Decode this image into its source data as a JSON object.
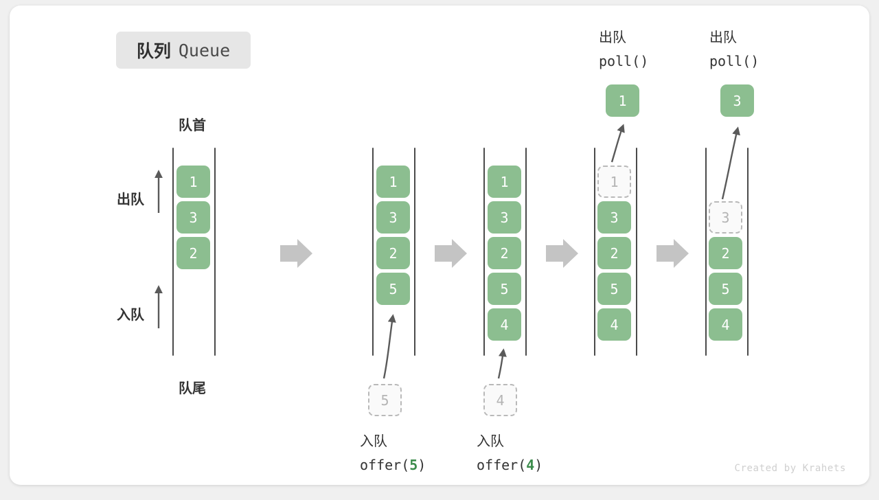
{
  "title": {
    "cn": "队列",
    "en": "Queue"
  },
  "labels": {
    "front": "队首",
    "rear": "队尾",
    "dequeue": "出队",
    "enqueue": "入队"
  },
  "footer": "Created by Krahets",
  "colors": {
    "element_fill": "#8cbe90",
    "element_text": "#ffffff",
    "ghost_border": "#b9b9b9",
    "ghost_text": "#b4b4b4",
    "rail": "#4a4a4a",
    "flow_arrow": "#c4c4c4",
    "code_arg": "#3c8c4c",
    "badge_bg": "#e6e6e6"
  },
  "columns": [
    {
      "id": "initial",
      "items": [
        {
          "value": "1",
          "state": "filled"
        },
        {
          "value": "3",
          "state": "filled"
        },
        {
          "value": "2",
          "state": "filled"
        }
      ],
      "side_labels": {
        "top": "出队",
        "bottom": "入队"
      },
      "head_label": "队首",
      "foot_label": "队尾"
    },
    {
      "id": "after-offer-5",
      "items": [
        {
          "value": "1",
          "state": "filled"
        },
        {
          "value": "3",
          "state": "filled"
        },
        {
          "value": "2",
          "state": "filled"
        },
        {
          "value": "5",
          "state": "filled"
        }
      ],
      "incoming": {
        "value": "5",
        "state": "ghost"
      },
      "caption": {
        "cn": "入队",
        "code_prefix": "offer(",
        "arg": "5",
        "code_suffix": ")"
      }
    },
    {
      "id": "after-offer-4",
      "items": [
        {
          "value": "1",
          "state": "filled"
        },
        {
          "value": "3",
          "state": "filled"
        },
        {
          "value": "2",
          "state": "filled"
        },
        {
          "value": "5",
          "state": "filled"
        },
        {
          "value": "4",
          "state": "filled"
        }
      ],
      "incoming": {
        "value": "4",
        "state": "ghost"
      },
      "caption": {
        "cn": "入队",
        "code_prefix": "offer(",
        "arg": "4",
        "code_suffix": ")"
      }
    },
    {
      "id": "after-poll-1",
      "items": [
        {
          "value": "1",
          "state": "ghost"
        },
        {
          "value": "3",
          "state": "filled"
        },
        {
          "value": "2",
          "state": "filled"
        },
        {
          "value": "5",
          "state": "filled"
        },
        {
          "value": "4",
          "state": "filled"
        }
      ],
      "outgoing": {
        "value": "1",
        "state": "filled"
      },
      "caption": {
        "cn": "出队",
        "code": "poll()"
      }
    },
    {
      "id": "after-poll-3",
      "items": [
        {
          "value": "3",
          "state": "ghost"
        },
        {
          "value": "2",
          "state": "filled"
        },
        {
          "value": "5",
          "state": "filled"
        },
        {
          "value": "4",
          "state": "filled"
        }
      ],
      "outgoing": {
        "value": "3",
        "state": "filled"
      },
      "caption": {
        "cn": "出队",
        "code": "poll()"
      }
    }
  ],
  "flow_arrows": [
    "flow-1",
    "flow-2",
    "flow-3",
    "flow-4"
  ]
}
